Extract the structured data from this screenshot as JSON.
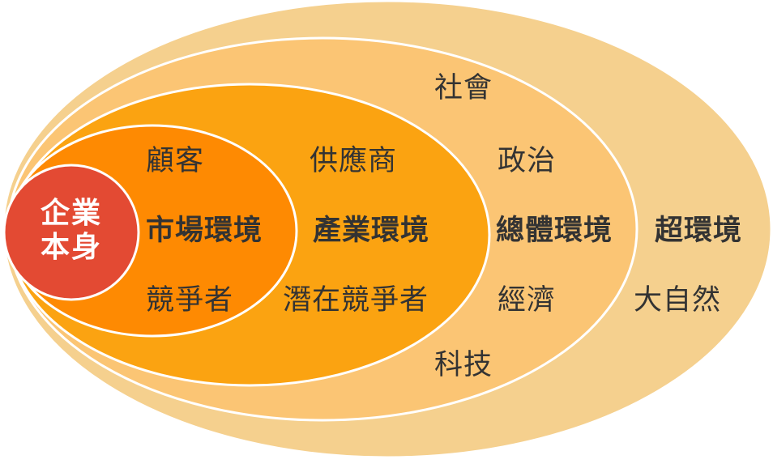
{
  "layers": {
    "super_environment": {
      "title": "超環境",
      "items": [
        "大自然"
      ],
      "color": "#F5D08E"
    },
    "general_environment": {
      "title": "總體環境",
      "items": [
        "社會",
        "政治",
        "經濟",
        "科技"
      ],
      "color": "#FBC574"
    },
    "industry_environment": {
      "title": "產業環境",
      "items": [
        "供應商",
        "潛在競爭者"
      ],
      "color": "#FBA311"
    },
    "market_environment": {
      "title": "市場環境",
      "items": [
        "顧客",
        "競爭者"
      ],
      "color": "#FE8A02"
    },
    "enterprise": {
      "line1": "企業",
      "line2": "本身",
      "color": "#E34A33"
    }
  },
  "colors": {
    "outline": "#ffffff",
    "text": "#333333",
    "core_text": "#ffffff"
  }
}
